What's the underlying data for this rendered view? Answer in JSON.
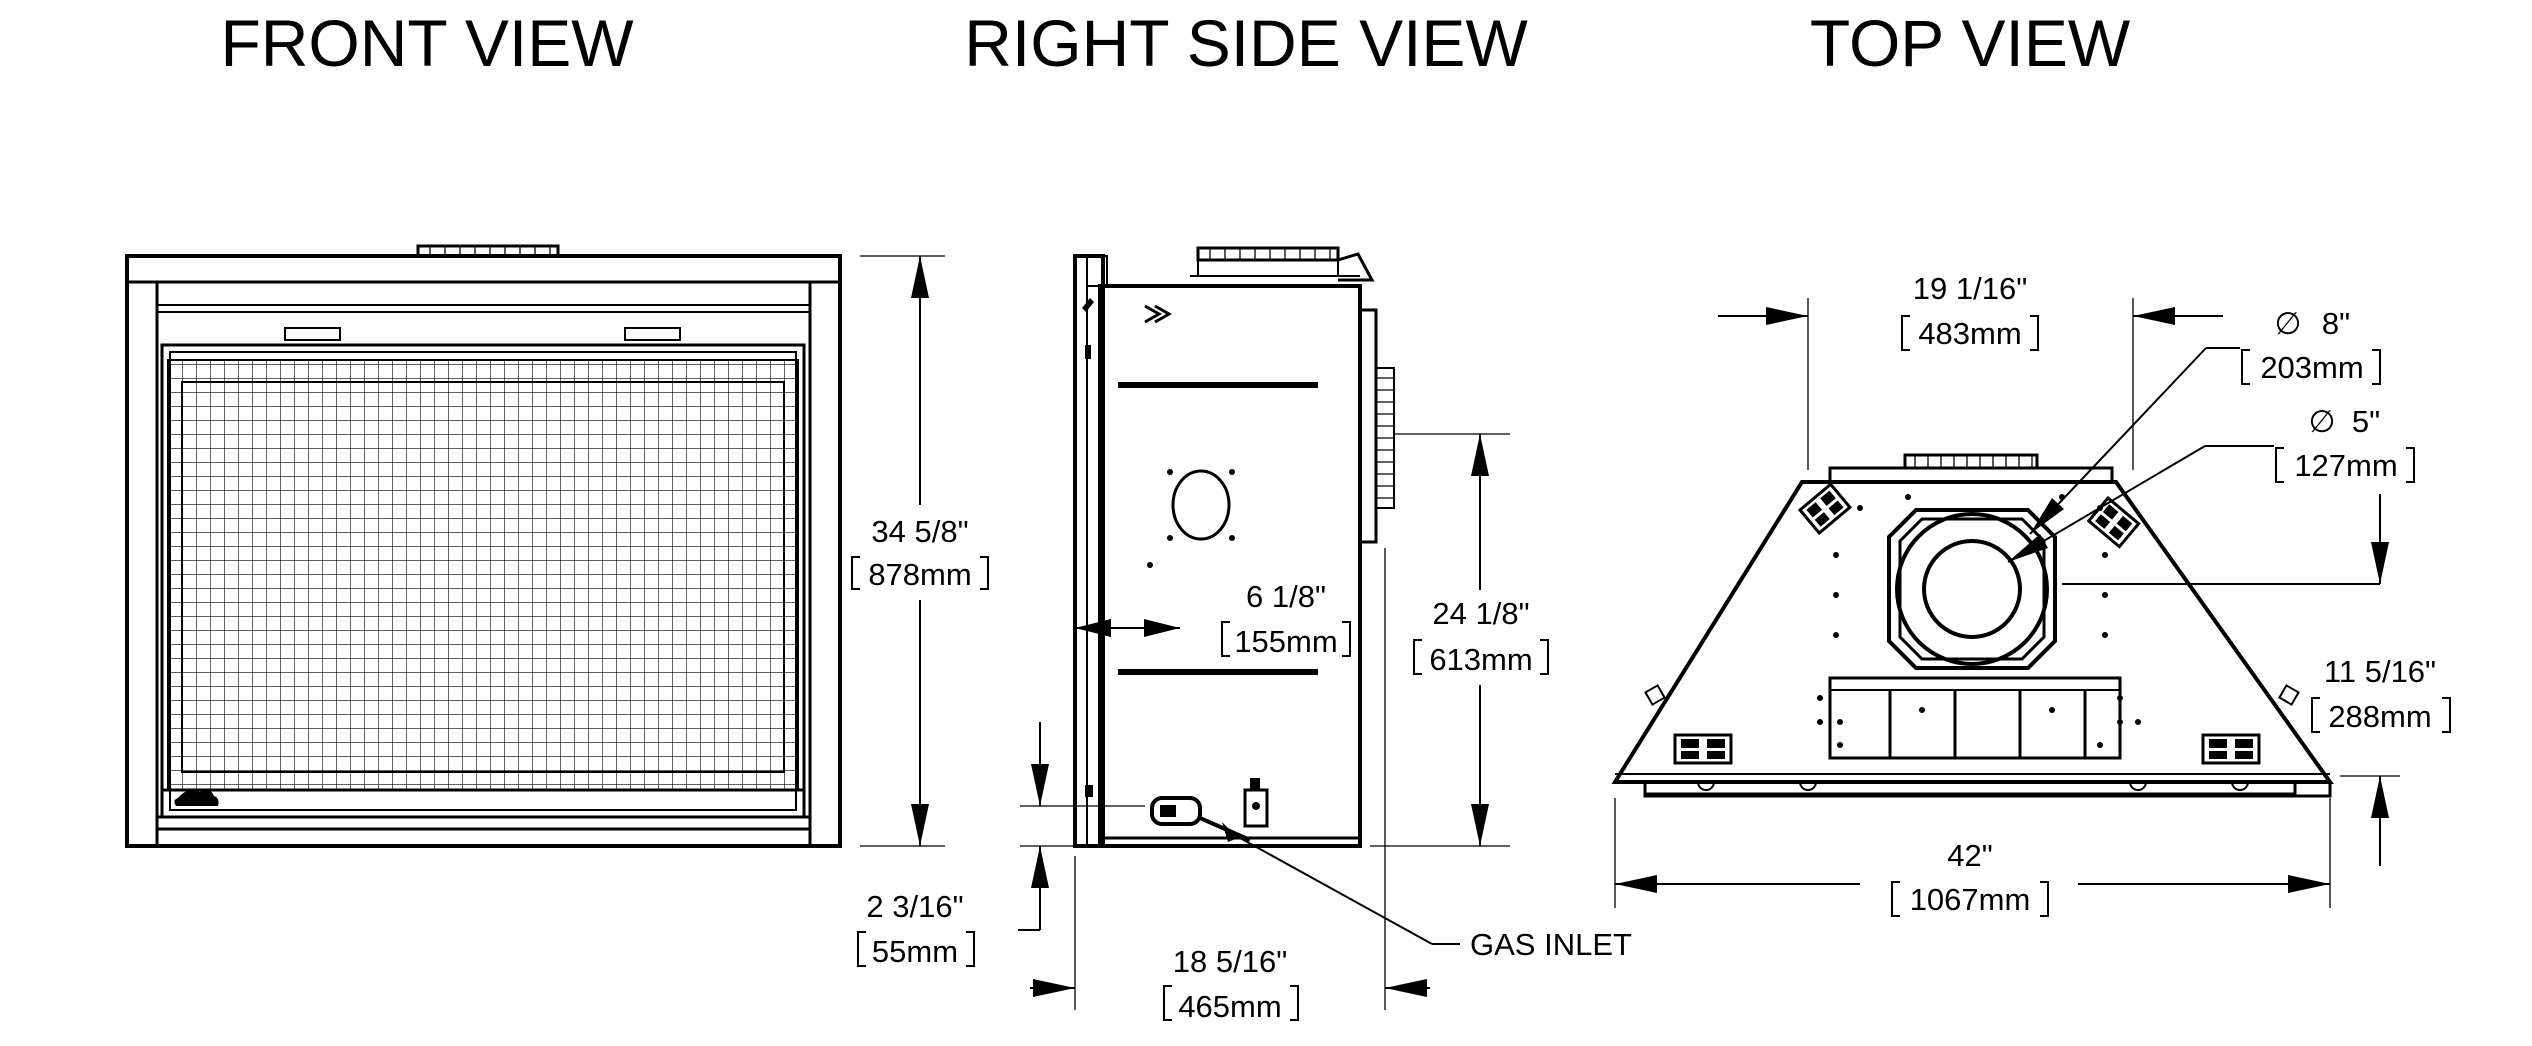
{
  "views": {
    "front": "FRONT VIEW",
    "right_side": "RIGHT SIDE VIEW",
    "top": "TOP VIEW"
  },
  "dimensions": {
    "front_height": {
      "imperial": "34 5/8\"",
      "metric": "878mm"
    },
    "side_depth_inner": {
      "imperial": "6 1/8\"",
      "metric": "155mm"
    },
    "side_flue_height": {
      "imperial": "24 1/8\"",
      "metric": "613mm"
    },
    "side_gas_height": {
      "imperial": "2 3/16\"",
      "metric": "55mm"
    },
    "side_depth": {
      "imperial": "18 5/16\"",
      "metric": "465mm"
    },
    "top_flue_offset": {
      "imperial": "19 1/16\"",
      "metric": "483mm"
    },
    "top_outer_diameter": {
      "symbol": "∅",
      "imperial": "8\"",
      "metric": "203mm"
    },
    "top_inner_diameter": {
      "symbol": "∅",
      "imperial": "5\"",
      "metric": "127mm"
    },
    "top_flue_depth": {
      "imperial": "11 5/16\"",
      "metric": "288mm"
    },
    "top_width": {
      "imperial": "42\"",
      "metric": "1067mm"
    }
  },
  "callouts": {
    "gas_inlet": "GAS INLET"
  }
}
